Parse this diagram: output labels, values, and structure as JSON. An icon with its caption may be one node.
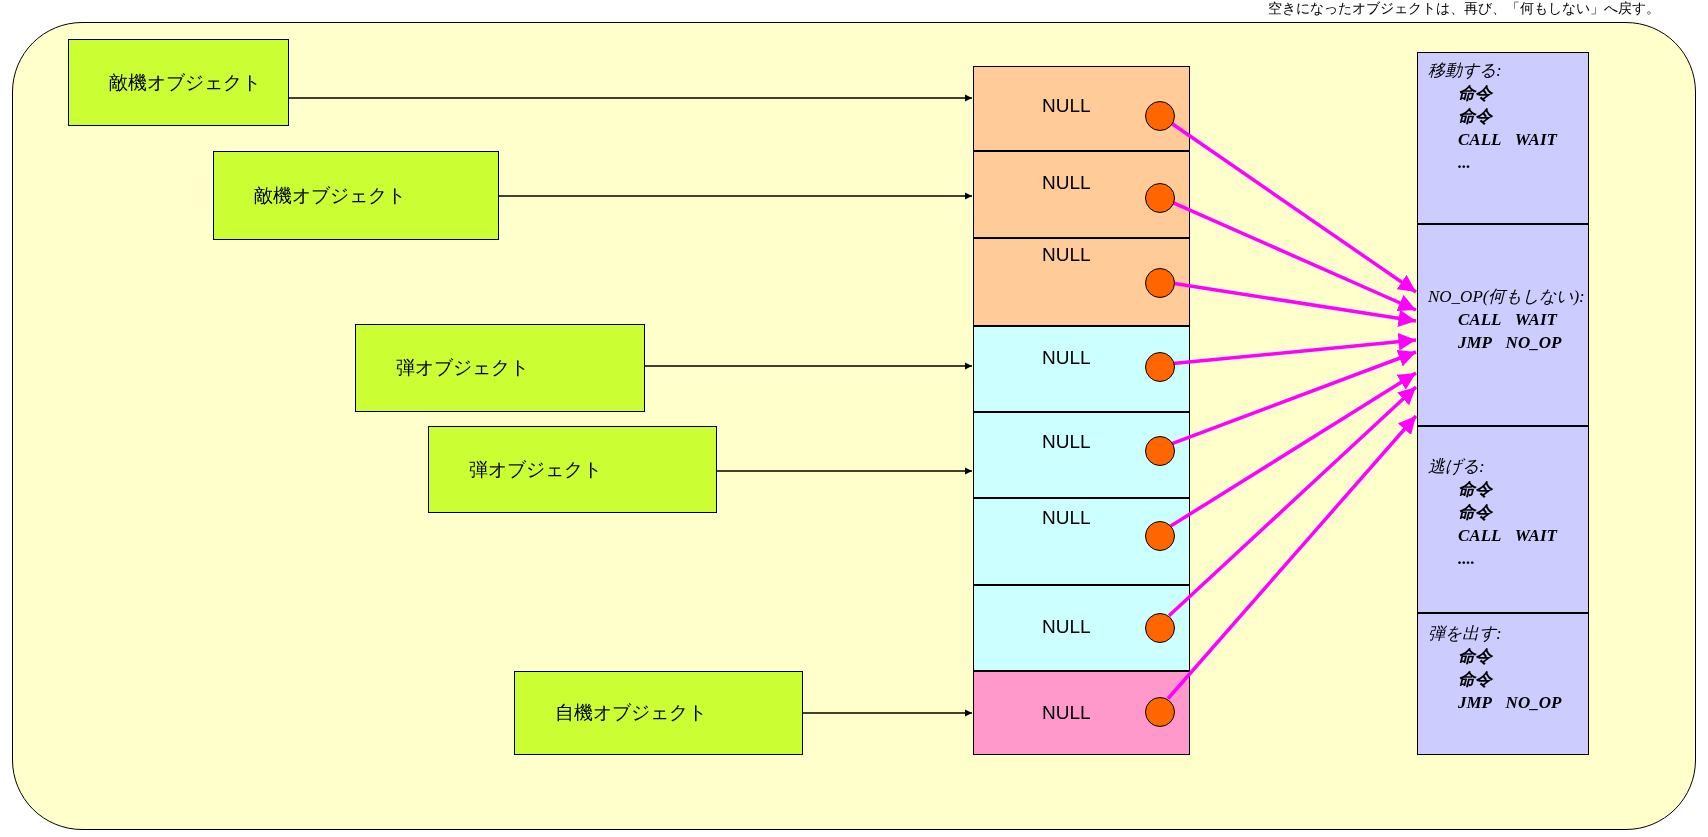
{
  "diagram": {
    "nodes": [
      {
        "text": [],
        "shape": "box"
      },
      {
        "text": [
          "敵機オブジェクト"
        ],
        "in": 0
      },
      {
        "text": [
          "敵機オブジェクト"
        ],
        "in": 0
      },
      {
        "text": [
          "弾オブジェクト"
        ],
        "in": 0
      },
      {
        "text": [
          "弾オブジェクト"
        ],
        "in": 0
      },
      {
        "text": [
          "自機オブジェクト"
        ],
        "in": 0
      },
      {
        "text": [
          "NULL"
        ],
        "in": 0
      },
      {
        "text": [],
        "shape": "circle",
        "in": 6
      },
      {
        "text": [
          "NULL"
        ],
        "in": 0
      },
      {
        "text": [],
        "shape": "circle",
        "in": 8
      },
      {
        "text": [
          "NULL"
        ],
        "in": 0
      },
      {
        "text": [],
        "shape": "circle",
        "in": 10
      },
      {
        "text": [
          "NULL"
        ],
        "in": 0
      },
      {
        "text": [],
        "shape": "circle",
        "in": 12
      },
      {
        "text": [
          "NULL"
        ],
        "in": 0
      },
      {
        "text": [],
        "shape": "circle",
        "in": 14
      },
      {
        "text": [
          "NULL"
        ],
        "in": 0
      },
      {
        "text": [],
        "shape": "circle",
        "in": 16
      },
      {
        "text": [
          "NULL"
        ],
        "in": 0
      },
      {
        "text": [],
        "shape": "circle",
        "in": 18
      },
      {
        "text": [
          "NULL"
        ],
        "in": 0
      },
      {
        "text": [],
        "shape": "circle",
        "in": 20
      },
      {
        "text": [
          "移動する:",
          "命令",
          "命令",
          "CALL WAIT",
          "..."
        ],
        "in": 0
      },
      {
        "text": [
          "NO_OP(何もしない):",
          "CALL WAIT",
          "JMP NO_OP"
        ],
        "in": 0
      },
      {
        "text": [
          "逃げる:",
          "命令",
          "命令",
          "CALL WAIT",
          "...."
        ],
        "in": 0
      },
      {
        "text": [
          "弾を出す:",
          "命令",
          "命令",
          "JMP NO_OP"
        ],
        "in": 0
      }
    ],
    "edges": [
      {
        "from": 1,
        "to": 6,
        "arrow": "to",
        "color": "#000000"
      },
      {
        "from": 2,
        "to": 8,
        "arrow": "to",
        "color": "#000000"
      },
      {
        "from": 3,
        "to": 12,
        "arrow": "to",
        "color": "#000000"
      },
      {
        "from": 4,
        "to": 14,
        "arrow": "to",
        "color": "#000000"
      },
      {
        "from": 5,
        "to": 20,
        "arrow": "to",
        "color": "#000000"
      },
      {
        "from": 7,
        "to": 23,
        "arrow": "to"
      },
      {
        "from": 9,
        "to": 23,
        "arrow": "to"
      },
      {
        "from": 11,
        "to": 23,
        "arrow": "to"
      },
      {
        "from": 13,
        "to": 23,
        "arrow": "to"
      },
      {
        "from": 15,
        "to": 23,
        "arrow": "to"
      },
      {
        "from": 17,
        "to": 23,
        "arrow": "to"
      },
      {
        "from": 19,
        "to": 23,
        "arrow": "to"
      },
      {
        "from": 21,
        "to": 23,
        "arrow": "to"
      }
    ],
    "labels": [
      "空きになったオブジェクトは、再び、「何もしない」へ戻す。"
    ]
  }
}
